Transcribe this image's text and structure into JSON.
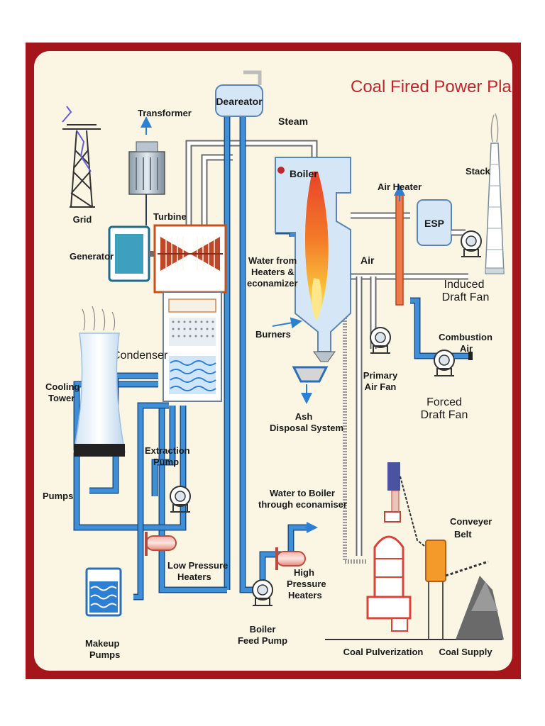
{
  "title": "Coal Fired Power Plant",
  "labels": {
    "transformer": "Transformer",
    "grid": "Grid",
    "generator": "Generator",
    "turbine": "Turbine",
    "deareator": "Deareator",
    "steam": "Steam",
    "boiler": "Boiler",
    "water_from_1": "Water from",
    "water_from_2": "Heaters &",
    "water_from_3": "econamizer",
    "air_heater": "Air Heater",
    "stack": "Stack",
    "esp": "ESP",
    "air": "Air",
    "induced_1": "Induced",
    "induced_2": "Draft Fan",
    "combustion_1": "Combustion",
    "combustion_2": "Air",
    "condenser": "Condenser",
    "burners": "Burners",
    "primary_1": "Primary",
    "primary_2": "Air Fan",
    "forced_1": "Forced",
    "forced_2": "Draft Fan",
    "cooling_1": "Cooling",
    "cooling_2": "Tower",
    "ash_1": "Ash",
    "ash_2": "Disposal System",
    "extraction_1": "Extraction",
    "extraction_2": "Pump",
    "pumps": "Pumps",
    "water_boiler_1": "Water to Boiler",
    "water_boiler_2": "through econamiser",
    "conveyer_1": "Conveyer",
    "conveyer_2": "Belt",
    "lp_1": "Low Pressure",
    "lp_2": "Heaters",
    "hp_1": "High",
    "hp_2": "Pressure",
    "hp_3": "Heaters",
    "makeup_1": "Makeup",
    "makeup_2": "Pumps",
    "bfp_1": "Boiler",
    "bfp_2": "Feed Pump",
    "coal_pulverization": "Coal Pulverization",
    "coal_supply": "Coal Supply"
  },
  "colors": {
    "frame": "#a4161a",
    "background": "#fbf6e4",
    "title": "#c0262d",
    "water_pipe": "#3f8fd8",
    "steam_pipe": "#6a6a6a",
    "boiler_body": "#d5e7f6",
    "air_heater": "#ee7b4a",
    "flame": "#f7b733"
  }
}
